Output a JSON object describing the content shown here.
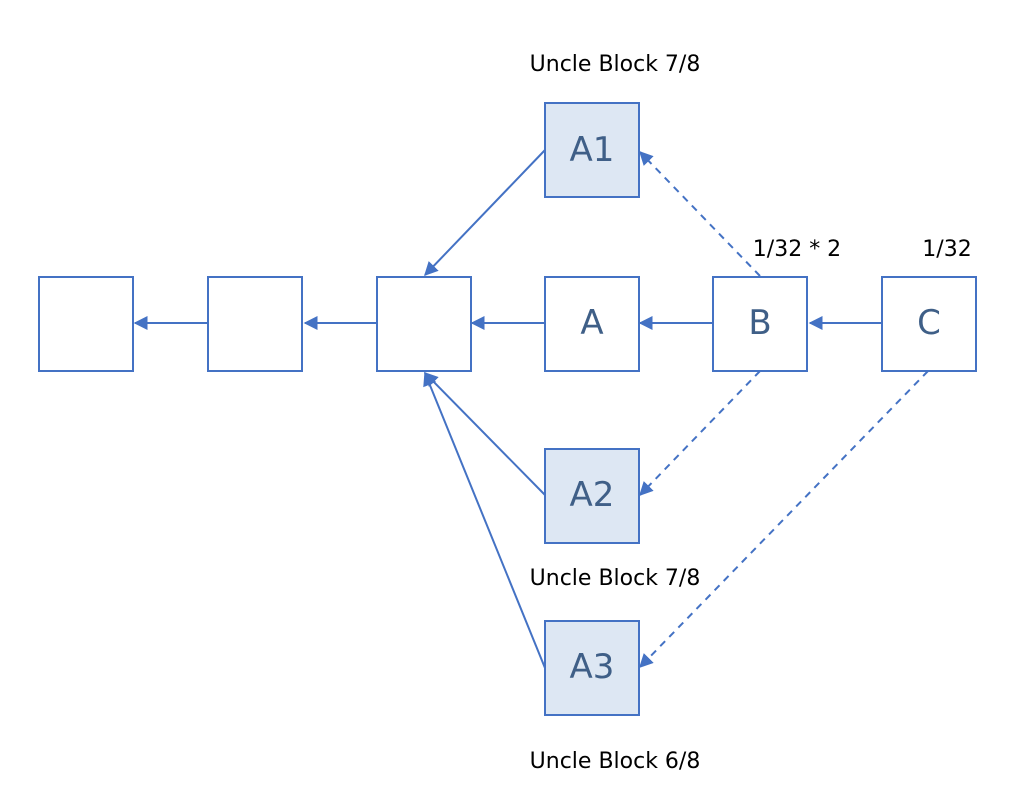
{
  "colors": {
    "stroke": "#4472c4",
    "uncle_fill": "#dde7f3",
    "label_text": "#3f5f87"
  },
  "blocks": {
    "b0": "",
    "b1": "",
    "b2": "",
    "a": "A",
    "b": "B",
    "c": "C",
    "a1": "A1",
    "a2": "A2",
    "a3": "A3"
  },
  "annotations": {
    "a1_reward": "Uncle Block 7/8",
    "a2_reward": "Uncle Block 7/8",
    "a3_reward": "Uncle Block 6/8",
    "b_inclusion_reward": "1/32 * 2",
    "c_inclusion_reward": "1/32"
  }
}
